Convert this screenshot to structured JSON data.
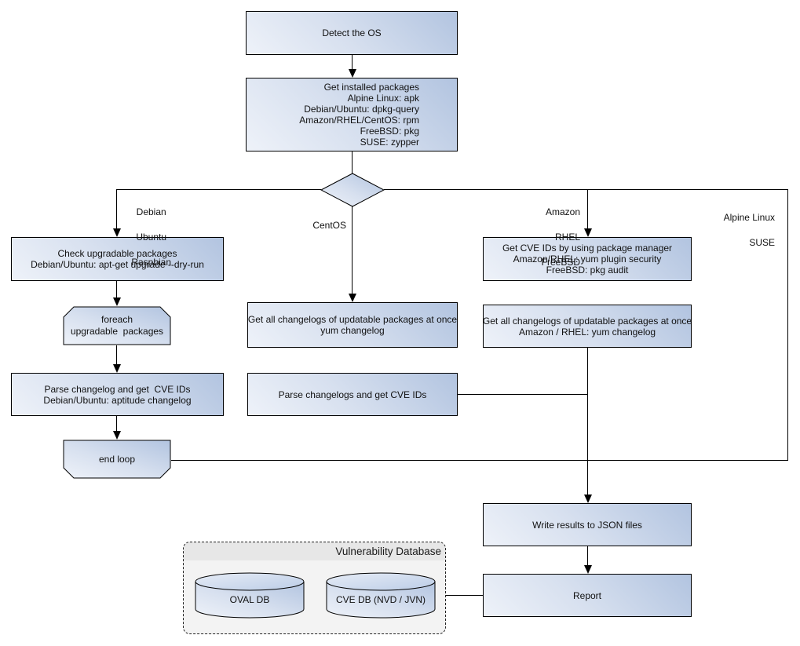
{
  "nodes": {
    "detect_os": {
      "label": "Detect the OS"
    },
    "get_installed": {
      "lines": [
        "Get installed packages",
        "Alpine Linux: apk",
        "Debian/Ubuntu: dpkg-query",
        "Amazon/RHEL/CentOS: rpm",
        "FreeBSD: pkg",
        "SUSE: zypper"
      ]
    },
    "check_upgradable": {
      "lines": [
        "Check upgradable packages",
        "Debian/Ubuntu: apt-get upgrade --dry-run"
      ]
    },
    "foreach_loop": {
      "lines": [
        "foreach",
        "upgradable  packages"
      ]
    },
    "parse_changelog_deb": {
      "lines": [
        "Parse changelog and get  CVE IDs",
        "Debian/Ubuntu: aptitude changelog"
      ]
    },
    "end_loop": {
      "label": "end loop"
    },
    "get_changelogs_centos": {
      "lines": [
        "Get all changelogs of updatable packages at once",
        "yum changelog"
      ]
    },
    "parse_changelogs_centos": {
      "label": "Parse changelogs and get CVE IDs"
    },
    "get_cve_pkgmgr": {
      "lines": [
        "Get CVE IDs by using package manager",
        "Amazon/RHEL: yum plugin security",
        "FreeBSD: pkg audit"
      ]
    },
    "get_changelogs_amazon": {
      "lines": [
        "Get all changelogs of updatable packages at once",
        "Amazon / RHEL: yum changelog"
      ]
    },
    "write_results": {
      "label": "Write results to JSON files"
    },
    "report": {
      "label": "Report"
    }
  },
  "branch_labels": {
    "debian": {
      "lines": [
        "Debian",
        "Ubuntu",
        "Raspbian"
      ]
    },
    "centos": {
      "label": "CentOS"
    },
    "amazon": {
      "lines": [
        "Amazon",
        "RHEL",
        "FreeBSD"
      ]
    },
    "alpine": {
      "lines": [
        "Alpine Linux",
        "SUSE"
      ]
    }
  },
  "database": {
    "title": "Vulnerability Database",
    "cylinders": [
      {
        "label": "OVAL DB"
      },
      {
        "label": "CVE DB (NVD / JVN)"
      }
    ]
  },
  "colors": {
    "node_fill_light": "#eef2f9",
    "node_fill_dark": "#b2c4e0",
    "node_border": "#000000",
    "connector": "#000000",
    "db_panel_bg": "#f3f3f3",
    "db_header_bg": "#e7e7e7",
    "background": "#ffffff"
  }
}
